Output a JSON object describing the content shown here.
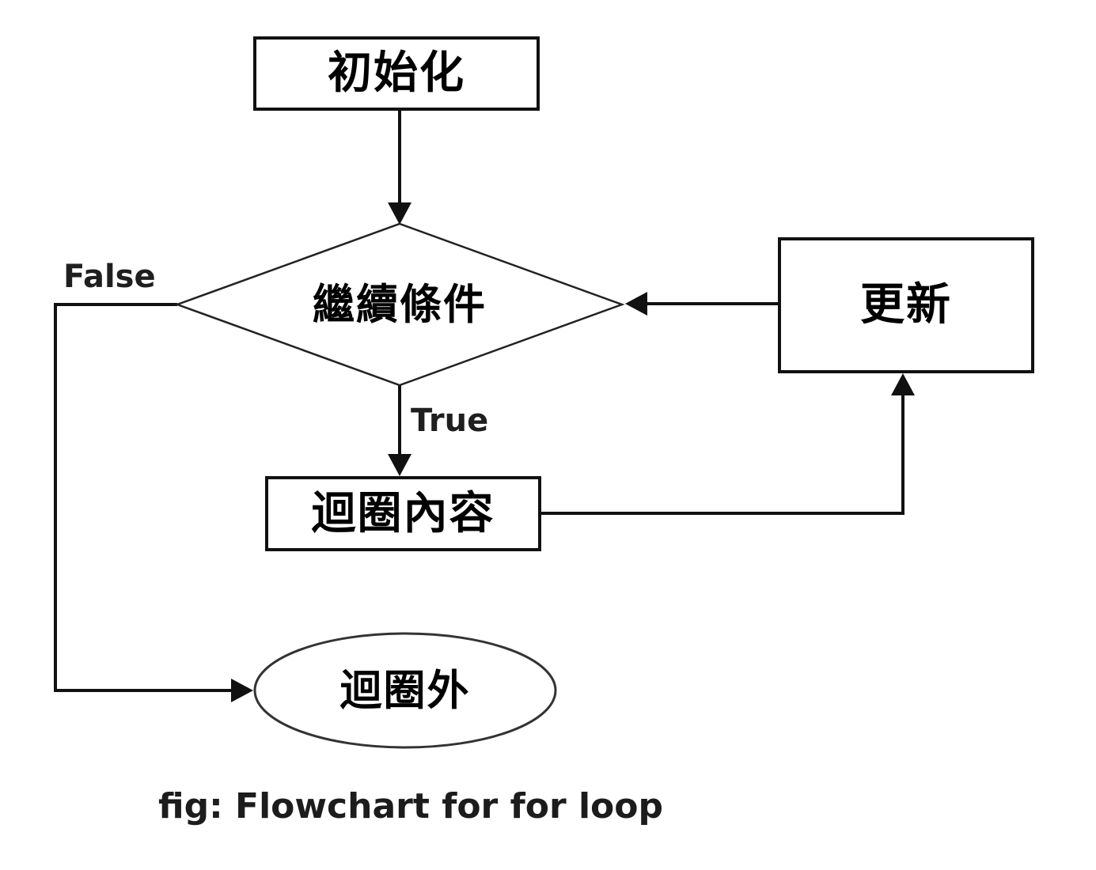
{
  "diagram": {
    "type": "flowchart",
    "caption": "fig: Flowchart for for loop",
    "colors": {
      "ink": "#000000",
      "background": "#ffffff",
      "label_text": "#1f1f1f"
    },
    "nodes": {
      "init": {
        "label": "初始化",
        "shape": "rectangle"
      },
      "condition": {
        "label": "繼續條件",
        "shape": "diamond"
      },
      "update": {
        "label": "更新",
        "shape": "rectangle"
      },
      "body": {
        "label": "迴圈內容",
        "shape": "rectangle"
      },
      "exit": {
        "label": "迴圈外",
        "shape": "ellipse"
      }
    },
    "edges": [
      {
        "from": "init",
        "to": "condition",
        "label": ""
      },
      {
        "from": "condition",
        "to": "body",
        "label": "True"
      },
      {
        "from": "condition",
        "to": "exit",
        "label": "False"
      },
      {
        "from": "body",
        "to": "update",
        "label": ""
      },
      {
        "from": "update",
        "to": "condition",
        "label": ""
      }
    ]
  }
}
